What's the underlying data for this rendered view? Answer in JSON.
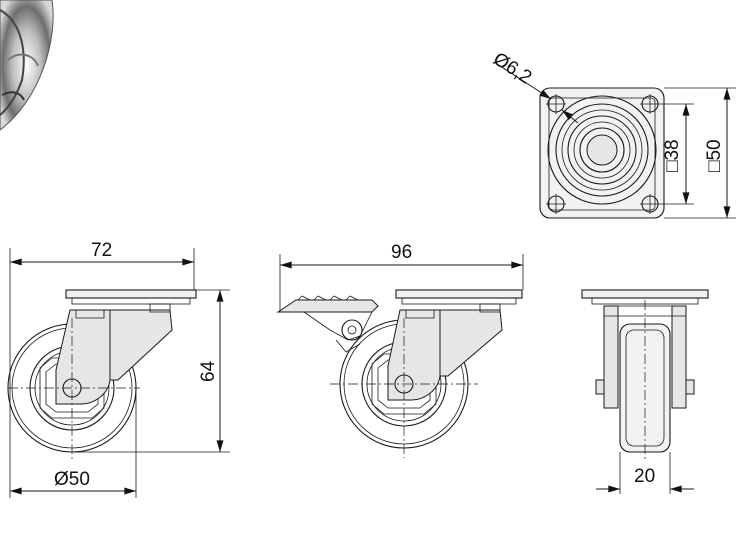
{
  "dimensions": {
    "side_width": "72",
    "brake_width": "96",
    "height": "64",
    "wheel_diameter": "Ø50",
    "wheel_width": "20",
    "hole_diameter": "Ø6,2",
    "hole_spacing": "□38",
    "plate_size": "□50"
  }
}
